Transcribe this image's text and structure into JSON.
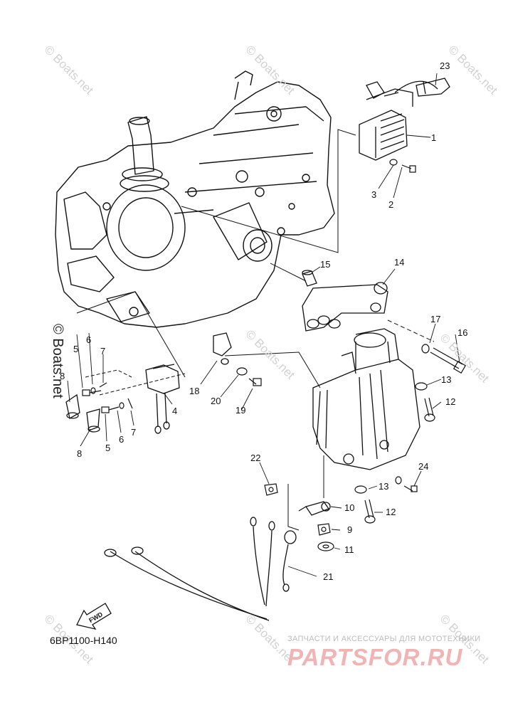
{
  "diagram": {
    "code": "6BP1100-H140",
    "fwd_label": "FWD",
    "watermark": {
      "text": "© Boats.net",
      "vertical_text": "© Boats.net"
    },
    "brand": {
      "subtitle": "ЗАПЧАСТИ И АКСЕССУАРЫ ДЛЯ МОТОТЕХНИКИ",
      "name": "PARTSFOR.RU"
    },
    "callouts": [
      {
        "key": "c1",
        "label": "1"
      },
      {
        "key": "c2",
        "label": "2"
      },
      {
        "key": "c3",
        "label": "3"
      },
      {
        "key": "c4",
        "label": "4"
      },
      {
        "key": "c5a",
        "label": "5"
      },
      {
        "key": "c5b",
        "label": "5"
      },
      {
        "key": "c6a",
        "label": "6"
      },
      {
        "key": "c6b",
        "label": "6"
      },
      {
        "key": "c7a",
        "label": "7"
      },
      {
        "key": "c7b",
        "label": "7"
      },
      {
        "key": "c8a",
        "label": "8"
      },
      {
        "key": "c8b",
        "label": "8"
      },
      {
        "key": "c9",
        "label": "9"
      },
      {
        "key": "c10",
        "label": "10"
      },
      {
        "key": "c11",
        "label": "11"
      },
      {
        "key": "c12a",
        "label": "12"
      },
      {
        "key": "c12b",
        "label": "12"
      },
      {
        "key": "c13a",
        "label": "13"
      },
      {
        "key": "c13b",
        "label": "13"
      },
      {
        "key": "c14",
        "label": "14"
      },
      {
        "key": "c15",
        "label": "15"
      },
      {
        "key": "c16",
        "label": "16"
      },
      {
        "key": "c17",
        "label": "17"
      },
      {
        "key": "c18",
        "label": "18"
      },
      {
        "key": "c19",
        "label": "19"
      },
      {
        "key": "c20",
        "label": "20"
      },
      {
        "key": "c21",
        "label": "21"
      },
      {
        "key": "c22",
        "label": "22"
      },
      {
        "key": "c23",
        "label": "23"
      },
      {
        "key": "c24",
        "label": "24"
      }
    ]
  }
}
